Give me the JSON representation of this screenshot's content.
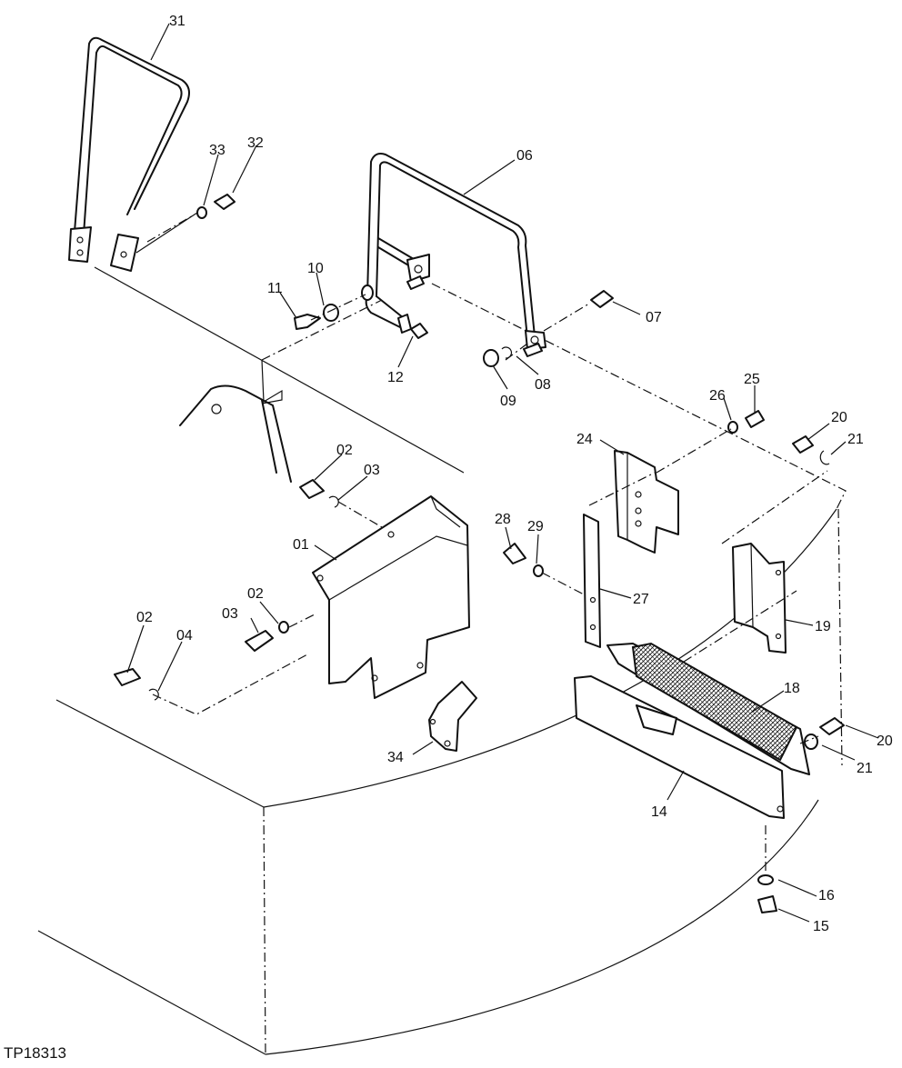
{
  "figure_id": "TP18313",
  "callouts": [
    "31",
    "33",
    "32",
    "06",
    "11",
    "10",
    "07",
    "12",
    "09",
    "08",
    "26",
    "25",
    "20",
    "21",
    "24",
    "02",
    "03",
    "01",
    "28",
    "29",
    "27",
    "19",
    "02",
    "03",
    "02",
    "04",
    "18",
    "20",
    "21",
    "34",
    "14",
    "16",
    "15"
  ]
}
